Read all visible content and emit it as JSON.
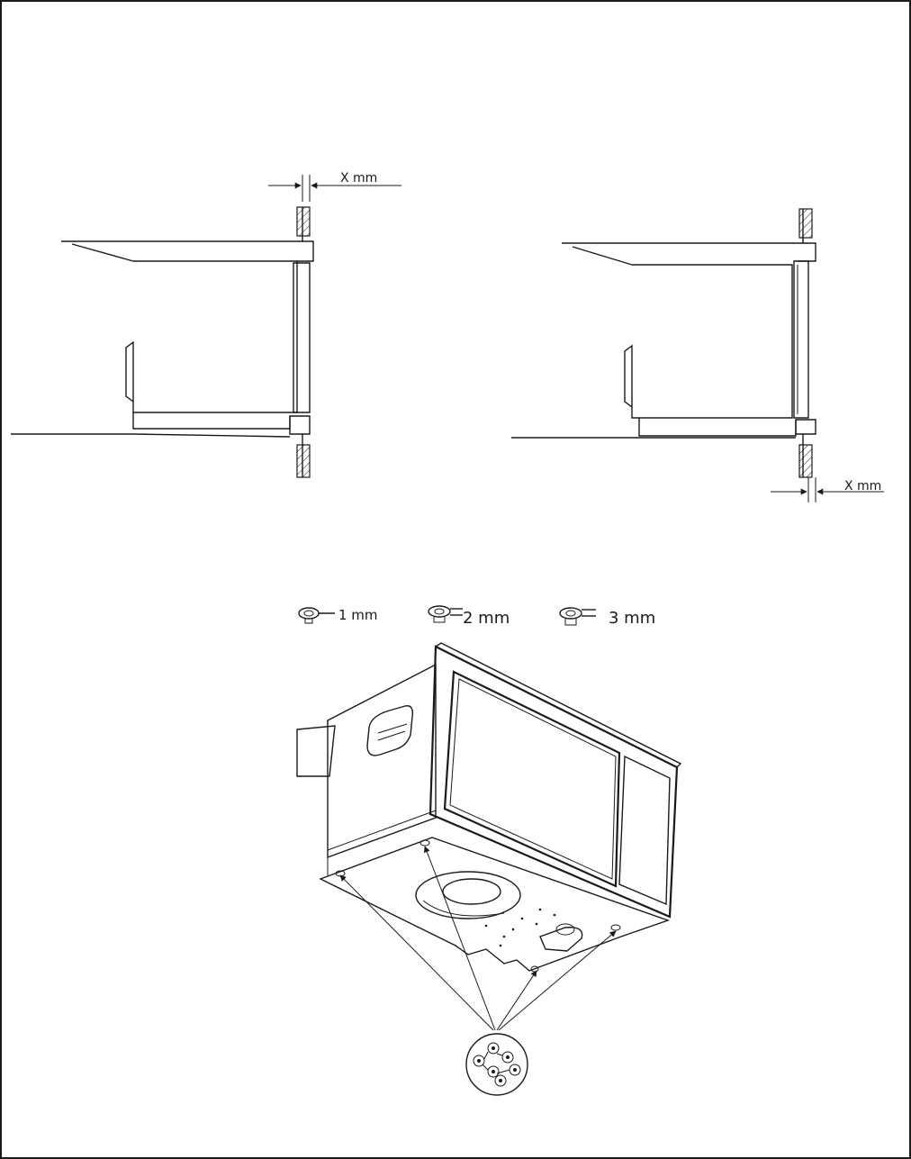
{
  "diagram": {
    "dimension_label_left": "X mm",
    "dimension_label_right": "X mm",
    "spacers": [
      {
        "label": "1 mm"
      },
      {
        "label": "2 mm"
      },
      {
        "label": "3 mm"
      }
    ]
  },
  "colors": {
    "line": "#1a1a1a",
    "background": "#ffffff"
  }
}
